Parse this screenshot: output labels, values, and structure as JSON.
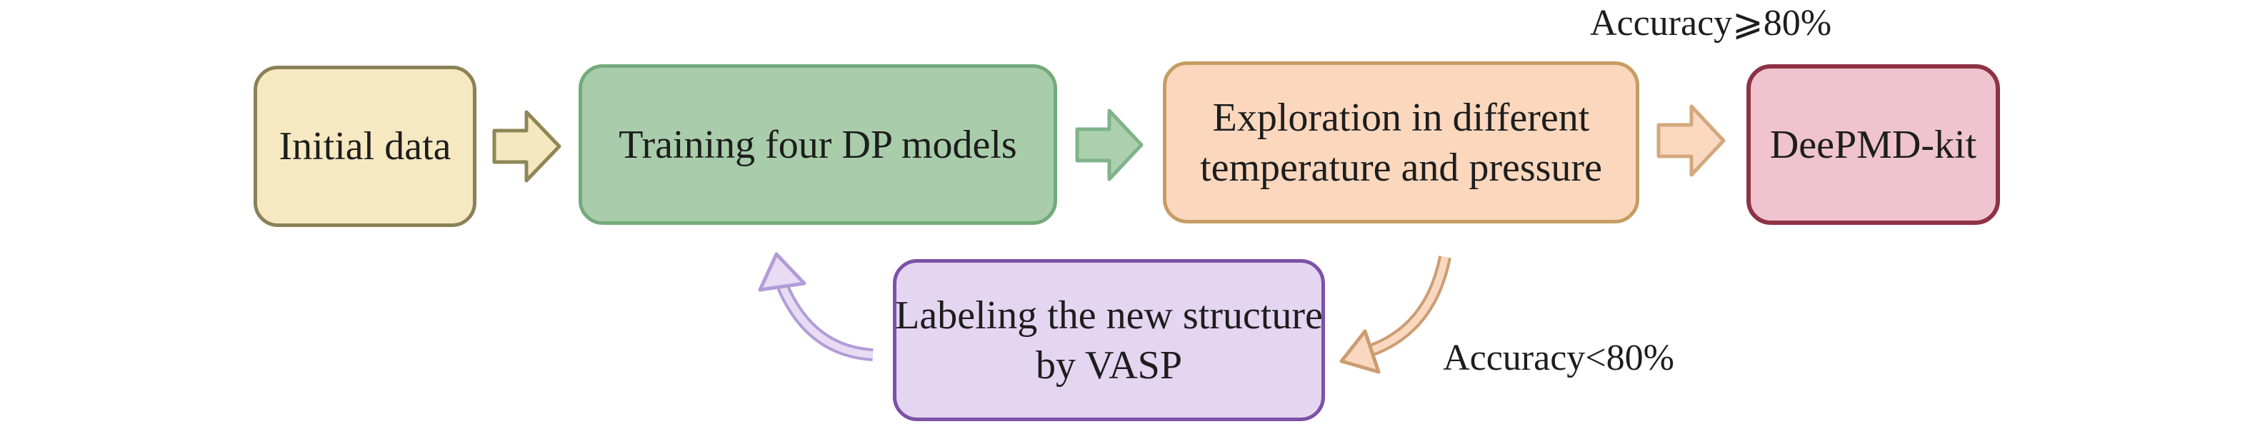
{
  "page": {
    "background": "#ffffff",
    "text_color": "#1d1d1d"
  },
  "nodes": {
    "initial": {
      "label": "Initial data",
      "fill": "#f6e9c2",
      "border": "#8a8157"
    },
    "training": {
      "label": "Training four DP models",
      "fill": "#a9cdab",
      "border": "#74aa7b"
    },
    "exploration": {
      "line1": "Exploration in different",
      "line2": "temperature and pressure",
      "fill": "#fad7bd",
      "border": "#c69c63"
    },
    "deepmd": {
      "label": "DeePMD-kit",
      "fill": "#efc4ce",
      "border": "#8e3246"
    },
    "labeling": {
      "line1": "Labeling the new structure",
      "line2": "by VASP",
      "fill": "#e4d5f1",
      "border": "#7b52a5"
    }
  },
  "labels": {
    "accuracy_high": "Accuracy⩾80%",
    "accuracy_low": "Accuracy<80%"
  },
  "arrows": {
    "initial_to_training": {
      "fill": "#f5e8be",
      "stroke": "#8f8656"
    },
    "training_to_exploration": {
      "fill": "#accfad",
      "stroke": "#7fb389"
    },
    "exploration_to_deepmd": {
      "fill": "#fbd9c1",
      "stroke": "#d4a87d"
    },
    "exploration_to_labeling": {
      "fill": "#fad8c0",
      "stroke": "#cc9c72"
    },
    "labeling_to_training": {
      "fill": "#e7dcf3",
      "stroke": "#b29cd8"
    }
  }
}
